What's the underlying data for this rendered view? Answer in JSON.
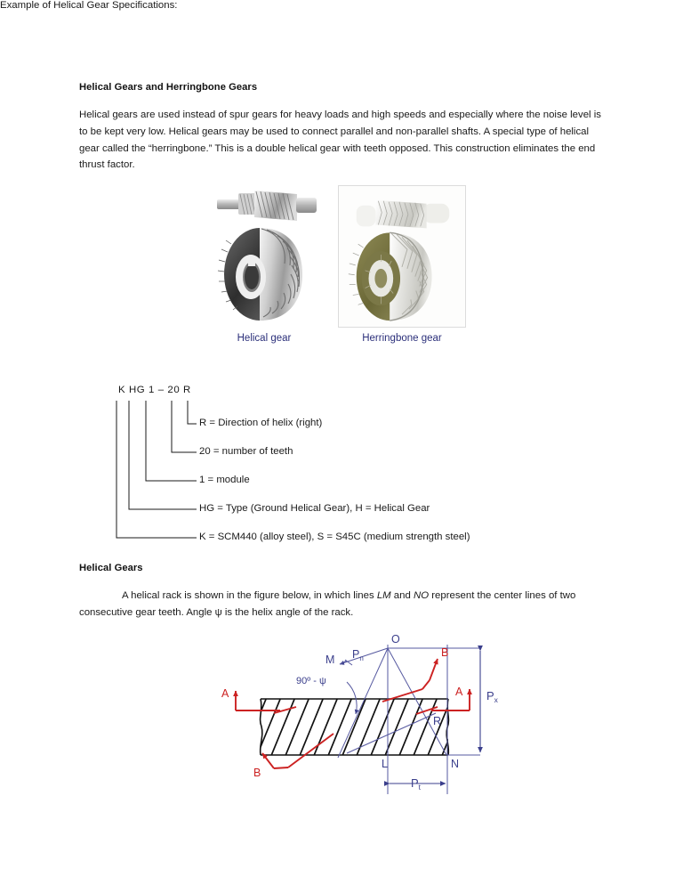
{
  "document": {
    "title": "Helical Gears and Herringbone Gears",
    "intro_paragraph": "Helical gears are used instead of spur gears for heavy loads and high speeds and especially where the noise level is to be kept very low. Helical gears may be used to connect parallel and non-parallel shafts. A special type of helical gear called the “herringbone.” This is a double helical gear with teeth opposed. This construction eliminates the end thrust factor.",
    "spec_intro": "Example of Helical Gear Specifications:",
    "section_heading": "Helical Gears",
    "helical_paragraph_part1": "A helical rack is shown in the figure below, in which lines ",
    "helical_italic1": "LM",
    "helical_paragraph_part2": " and ",
    "helical_italic2": "NO",
    "helical_paragraph_part3": " represent the center lines of two consecutive gear teeth. Angle ψ is the helix angle of the rack."
  },
  "figures": {
    "left": {
      "caption": "Helical gear",
      "alt": "helical-gear-photo"
    },
    "right": {
      "caption": "Herringbone  gear",
      "alt": "herringbone-gear-photo"
    },
    "caption_color": "#2b2f7a"
  },
  "specification": {
    "code": "K HG 1 – 20 R",
    "items": [
      {
        "label": "R = Direction of helix (right)"
      },
      {
        "label": "20 = number of teeth"
      },
      {
        "label": "1 = module"
      },
      {
        "label": "HG = Type (Ground Helical Gear), H = Helical Gear"
      },
      {
        "label": "K = SCM440 (alloy steel), S = S45C (medium strength steel)"
      }
    ]
  },
  "rack_diagram": {
    "labels": {
      "point_o": "O",
      "point_m": "M",
      "point_l": "L",
      "point_n": "N",
      "point_r": "R",
      "angle": "90º - ψ",
      "pn": "P",
      "pn_sub": "n",
      "px": "P",
      "px_sub": "x",
      "pt": "P",
      "pt_sub": "t",
      "a_left": "A",
      "a_right": "A",
      "b_top": "B",
      "b_bottom": "B"
    },
    "colors": {
      "blue": "#3b3f8c",
      "red": "#cc2222",
      "outline": "#1a1a1a"
    }
  }
}
